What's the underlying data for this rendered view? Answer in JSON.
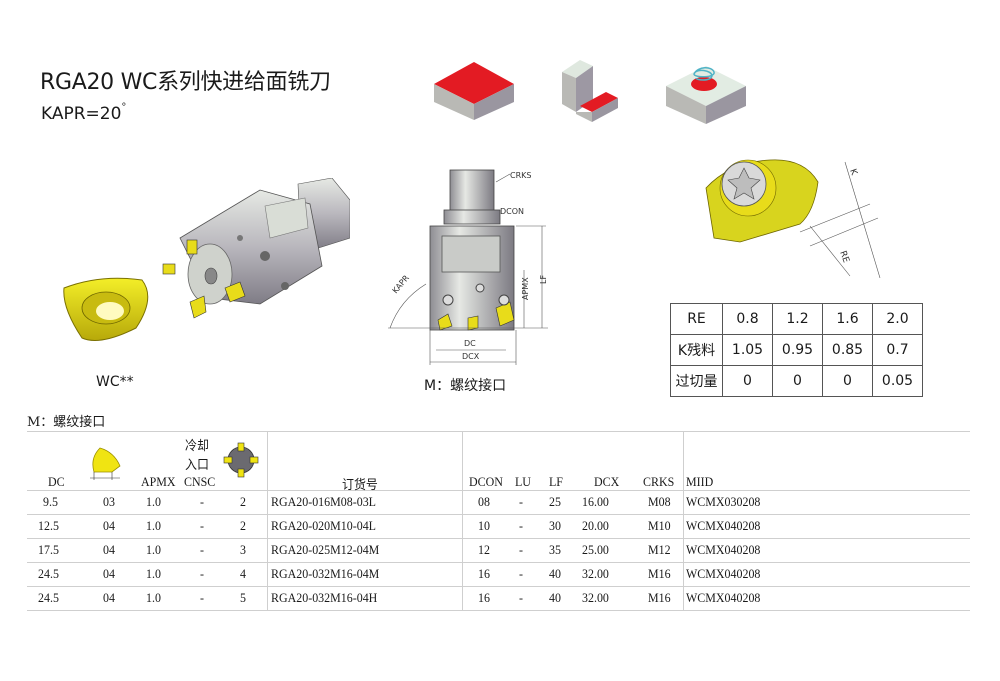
{
  "header": {
    "title": "RGA20 WC系列快进给面铣刀",
    "subtitle_prefix": "KAPR=20",
    "subtitle_degree": "°"
  },
  "operation_icons": [
    {
      "name": "face-milling-icon",
      "accent": "#e31b23"
    },
    {
      "name": "shoulder-milling-icon",
      "accent": "#e31b23"
    },
    {
      "name": "helical-interpolation-icon",
      "accent": "#e31b23"
    }
  ],
  "figures": {
    "insert_caption": "WC**",
    "drawing_caption": "M：螺纹接口",
    "drawing_labels": {
      "crks": "CRKS",
      "dcon": "DCON",
      "apmx": "APMX",
      "lf": "LF",
      "kapr": "KAPR",
      "dc": "DC",
      "dcx": "DCX"
    },
    "detail_labels": {
      "k": "K",
      "re": "RE"
    }
  },
  "re_table": {
    "rows": [
      {
        "label": "RE",
        "values": [
          "0.8",
          "1.2",
          "1.6",
          "2.0"
        ]
      },
      {
        "label": "K残料",
        "values": [
          "1.05",
          "0.95",
          "0.85",
          "0.7"
        ]
      },
      {
        "label": "过切量",
        "values": [
          "0",
          "0",
          "0",
          "0.05"
        ]
      }
    ]
  },
  "main_table": {
    "section_label": "M：螺纹接口",
    "headers": {
      "dc": "DC",
      "apmx": "APMX",
      "coolant_line1": "冷却",
      "coolant_line2": "入口",
      "cnsc": "CNSC",
      "order_no": "订货号",
      "dcon": "DCON",
      "lu": "LU",
      "lf": "LF",
      "dcx": "DCX",
      "crks": "CRKS",
      "miid": "MIID"
    },
    "rows": [
      {
        "dc": "9.5",
        "ic": "03",
        "apmx": "1.0",
        "cnsc": "-",
        "z": "2",
        "order": "RGA20-016M08-03L",
        "dcon": "08",
        "lu": "-",
        "lf": "25",
        "dcx": "16.00",
        "crks": "M08",
        "miid": "WCMX030208"
      },
      {
        "dc": "12.5",
        "ic": "04",
        "apmx": "1.0",
        "cnsc": "-",
        "z": "2",
        "order": "RGA20-020M10-04L",
        "dcon": "10",
        "lu": "-",
        "lf": "30",
        "dcx": "20.00",
        "crks": "M10",
        "miid": "WCMX040208"
      },
      {
        "dc": "17.5",
        "ic": "04",
        "apmx": "1.0",
        "cnsc": "-",
        "z": "3",
        "order": "RGA20-025M12-04M",
        "dcon": "12",
        "lu": "-",
        "lf": "35",
        "dcx": "25.00",
        "crks": "M12",
        "miid": "WCMX040208"
      },
      {
        "dc": "24.5",
        "ic": "04",
        "apmx": "1.0",
        "cnsc": "-",
        "z": "4",
        "order": "RGA20-032M16-04M",
        "dcon": "16",
        "lu": "-",
        "lf": "40",
        "dcx": "32.00",
        "crks": "M16",
        "miid": "WCMX040208"
      },
      {
        "dc": "24.5",
        "ic": "04",
        "apmx": "1.0",
        "cnsc": "-",
        "z": "5",
        "order": "RGA20-032M16-04H",
        "dcon": "16",
        "lu": "-",
        "lf": "40",
        "dcx": "32.00",
        "crks": "M16",
        "miid": "WCMX040208"
      }
    ]
  }
}
